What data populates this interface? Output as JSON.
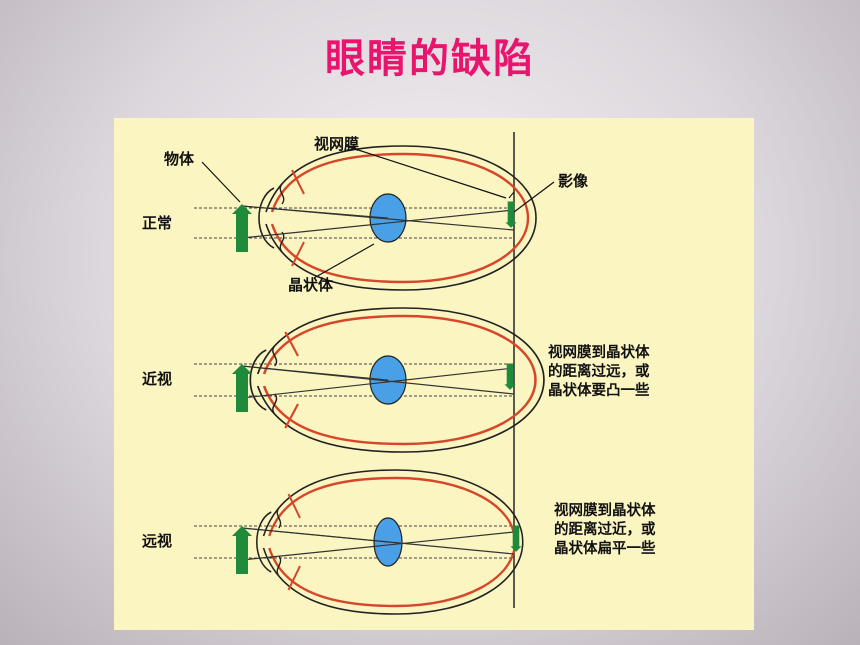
{
  "title": "眼睛的缺陷",
  "labels": {
    "object": "物体",
    "retina": "视网膜",
    "image": "影像",
    "lens": "晶状体",
    "normal": "正常",
    "myopia": "近视",
    "hyperopia": "远视"
  },
  "notes": {
    "myopia": [
      "视网膜到晶状体",
      "的距离过远，或",
      "晶状体要凸一些"
    ],
    "hyperopia": [
      "视网膜到晶状体",
      "的距离过近，或",
      "晶状体扁平一些"
    ]
  },
  "colors": {
    "title": "#e8146e",
    "panel": "#fbf5c2",
    "eye_wall": "#d6462a",
    "lens": "#4aa0e6",
    "object": "#1e8a3a",
    "rays": "#333333"
  }
}
